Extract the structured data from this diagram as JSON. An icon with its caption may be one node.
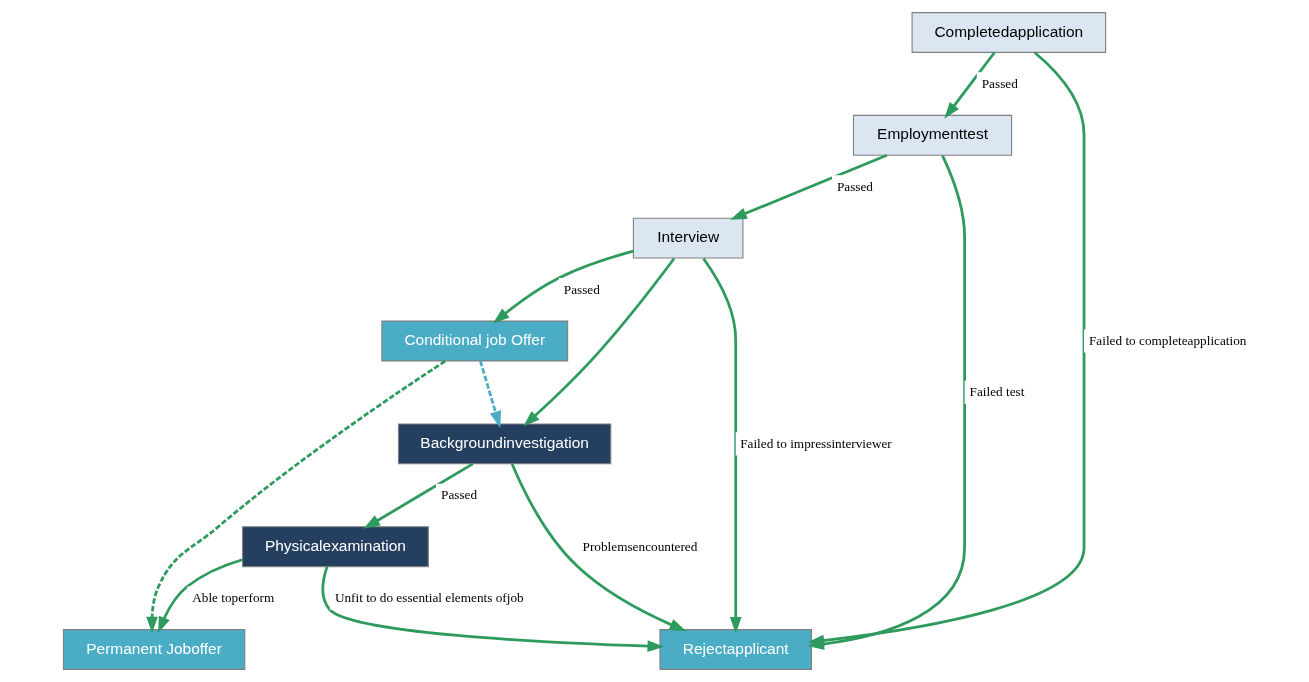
{
  "diagram": {
    "nodes": [
      {
        "text": [
          "Completedapplication"
        ]
      },
      {
        "text": [
          "Employmenttest"
        ]
      },
      {
        "text": [
          "Interview"
        ]
      },
      {
        "text": [
          "Conditional job Offer"
        ]
      },
      {
        "text": [
          "Backgroundinvestigation"
        ]
      },
      {
        "text": [
          "Physicalexamination"
        ]
      },
      {
        "text": [
          "Rejectapplicant"
        ]
      },
      {
        "text": [
          "Permanent Joboffer"
        ]
      }
    ],
    "edges": [
      {
        "from": 0,
        "to": 6,
        "arrow": "to",
        "label": "Failed to completeapplication"
      },
      {
        "from": 0,
        "to": 1,
        "arrow": "to",
        "label": "Passed"
      },
      {
        "from": 1,
        "to": 6,
        "arrow": "to",
        "label": "Failed test"
      },
      {
        "from": 1,
        "to": 2,
        "arrow": "to",
        "label": "Passed"
      },
      {
        "from": 2,
        "to": 6,
        "arrow": "to",
        "label": "Failed to impressinterviewer"
      },
      {
        "from": 2,
        "to": 3,
        "arrow": "to",
        "label": "Passed"
      },
      {
        "from": 2,
        "to": 4,
        "arrow": "to"
      },
      {
        "from": 3,
        "to": 4,
        "arrow": "to",
        "style": "dashed",
        "color": "#4bacc6"
      },
      {
        "from": 4,
        "to": 6,
        "arrow": "to",
        "label": "Problemsencountered"
      },
      {
        "from": 4,
        "to": 5,
        "arrow": "to",
        "label": "Passed"
      },
      {
        "from": 5,
        "to": 6,
        "arrow": "to",
        "label": "Unfit to do essential elements ofjob"
      },
      {
        "from": 5,
        "to": 7,
        "arrow": "to",
        "label": "Able toperform"
      },
      {
        "from": 3,
        "to": 7,
        "arrow": "to",
        "style": "dashed"
      }
    ]
  }
}
